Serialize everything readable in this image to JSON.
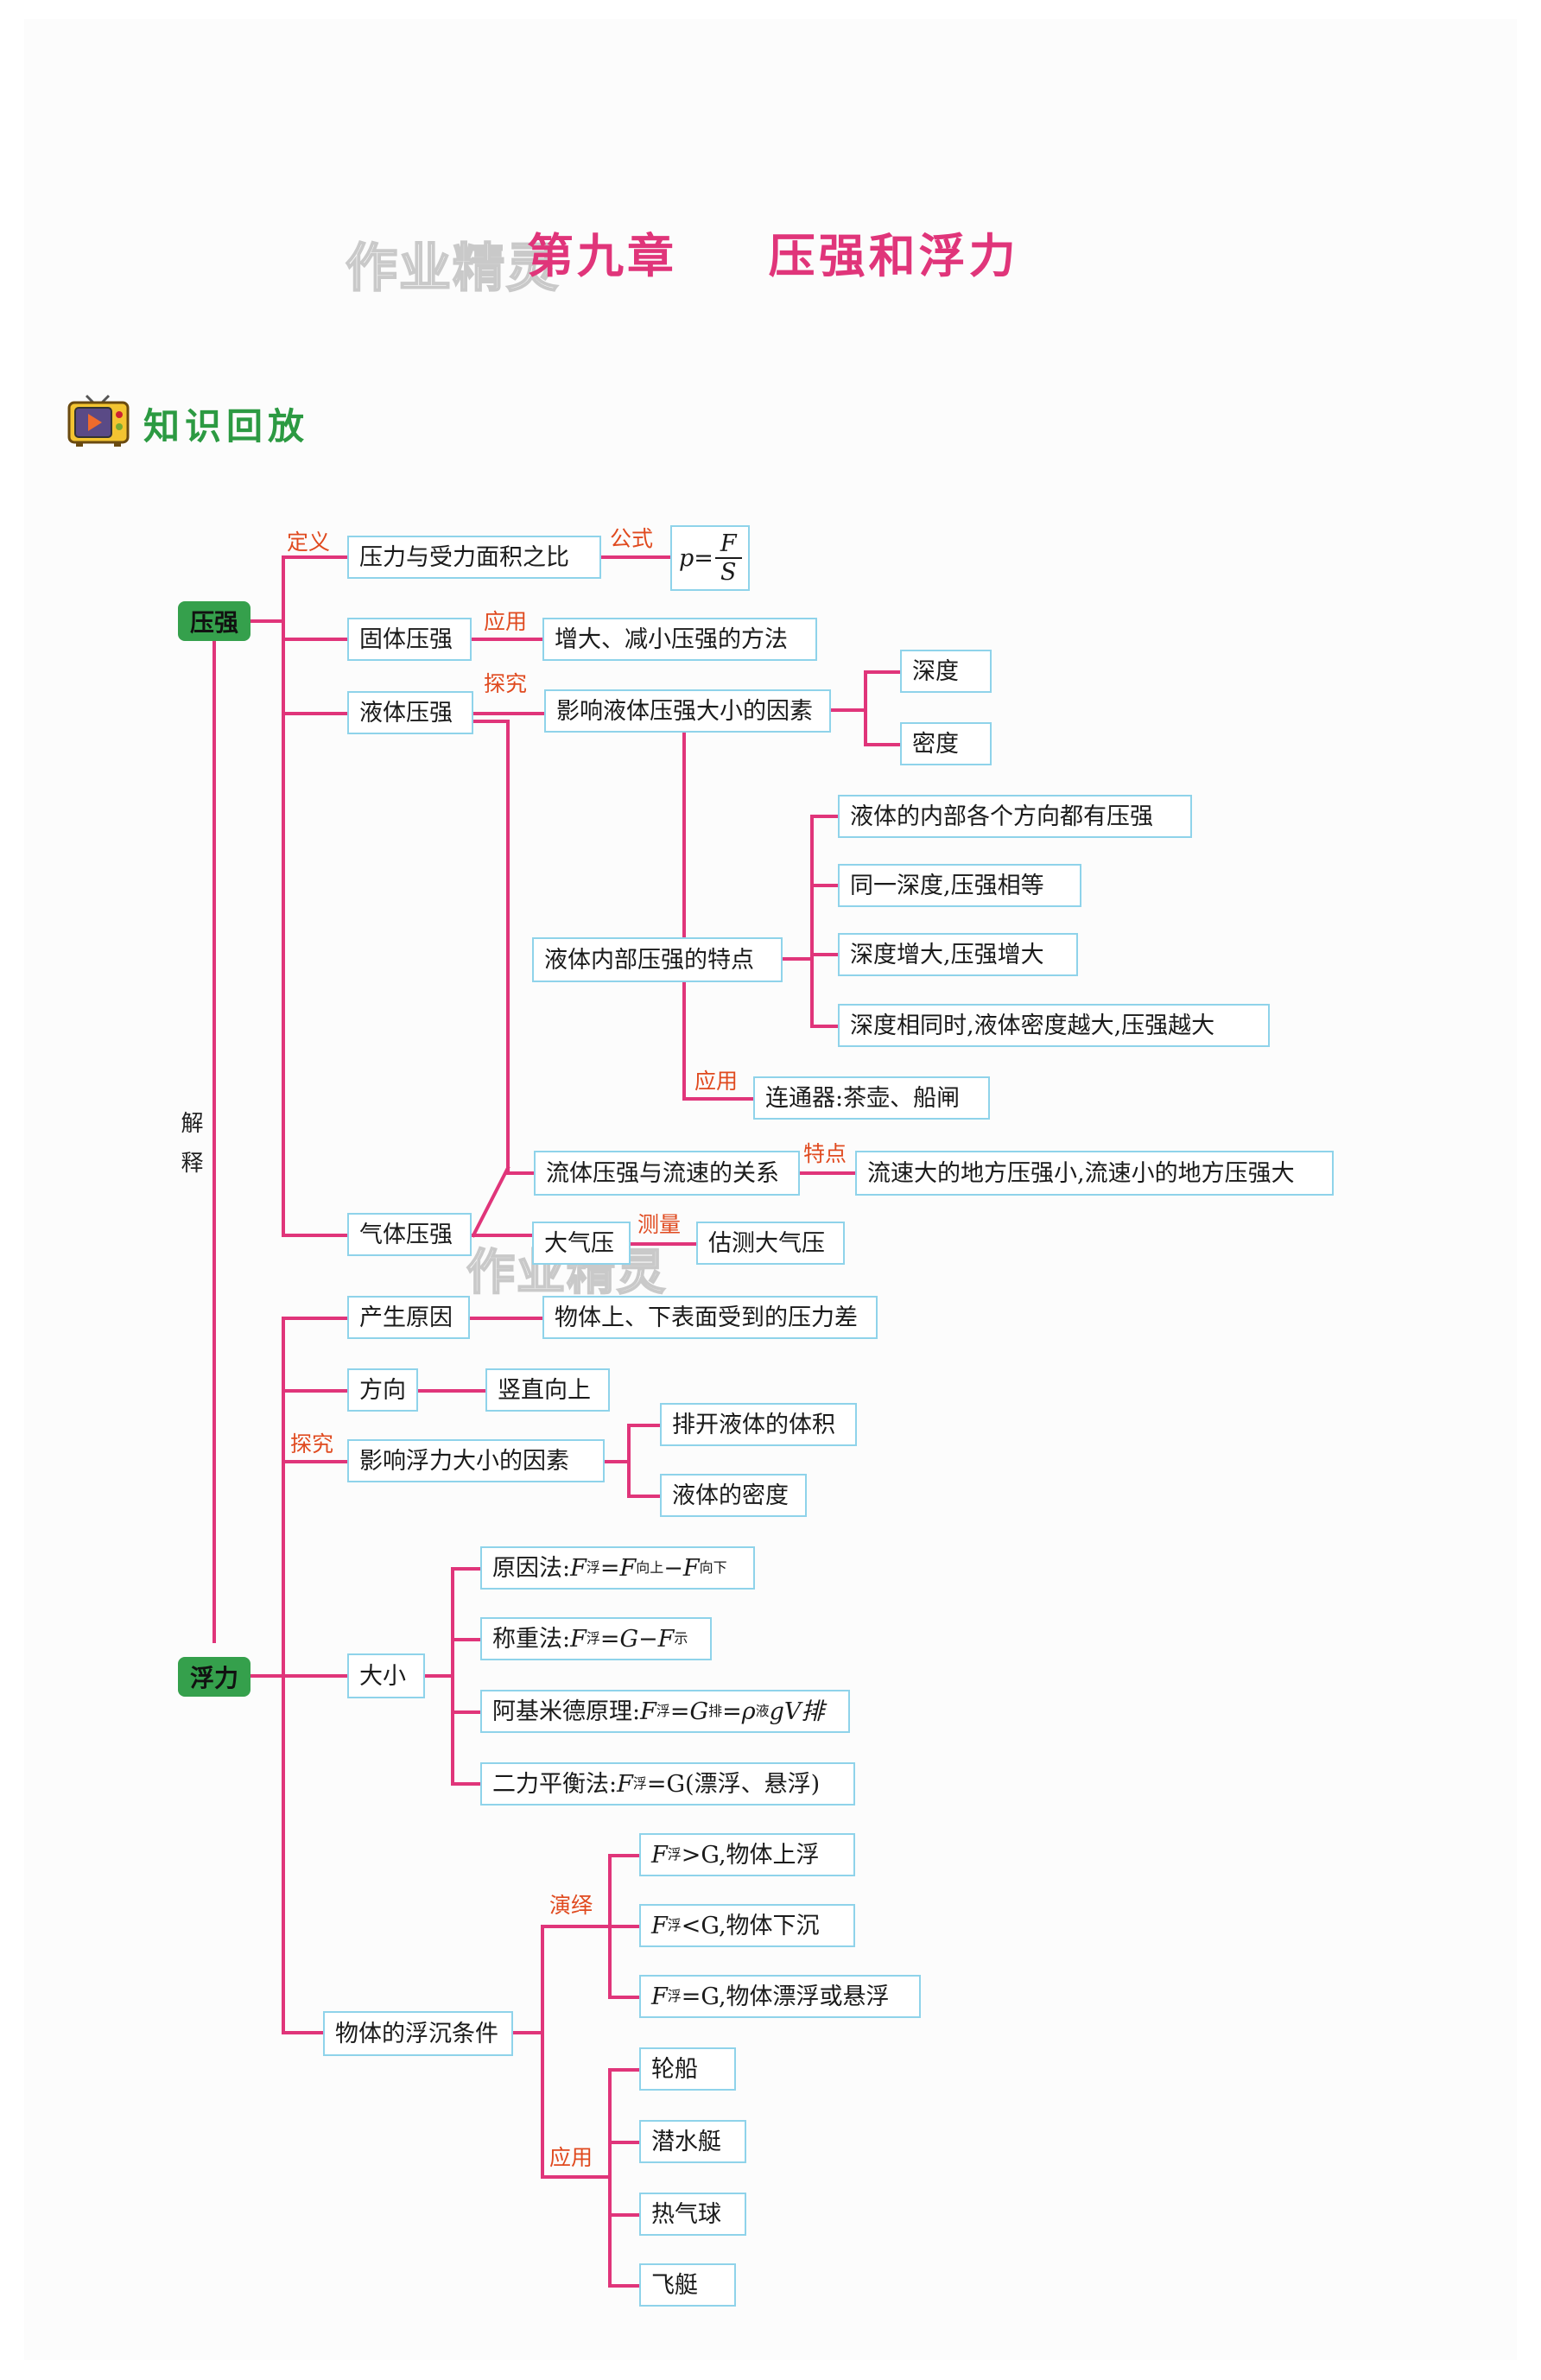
{
  "watermark": "作业精灵",
  "title": {
    "chapter": "第九章",
    "name": "压强和浮力"
  },
  "section_title": "知识回放",
  "icon": "tv-play-icon",
  "colors": {
    "line": "#e0357a",
    "root": "#35a04c",
    "box_border": "#8fd3ea",
    "label": "#e04a1f"
  },
  "side_label": "解释",
  "pressure": {
    "root": "压强",
    "def_label": "定义",
    "definition": "压力与受力面积之比",
    "formula_label": "公式",
    "formula_lhs": "p=",
    "formula_num": "F",
    "formula_den": "S",
    "solid": "固体压强",
    "apply_label": "应用",
    "solid_methods": "增大、减小压强的方法",
    "liquid": "液体压强",
    "explore_label": "探究",
    "factors": "影响液体压强大小的因素",
    "depth": "深度",
    "density": "密度",
    "features": "液体内部压强的特点",
    "feature_items": [
      "液体的内部各个方向都有压强",
      "同一深度,压强相等",
      "深度增大,压强增大",
      "深度相同时,液体密度越大,压强越大"
    ],
    "apply_label2": "应用",
    "connector": "连通器:茶壶、船闸",
    "flow": "流体压强与流速的关系",
    "feature_label": "特点",
    "flow_feature": "流速大的地方压强小,流速小的地方压强大",
    "gas": "气体压强",
    "atm": "大气压",
    "measure_label": "测量",
    "estimate": "估测大气压"
  },
  "buoyancy": {
    "root": "浮力",
    "cause": "产生原因",
    "cause_desc": "物体上、下表面受到的压力差",
    "direction": "方向",
    "direction_desc": "竖直向上",
    "explore_label": "探究",
    "factors": "影响浮力大小的因素",
    "factor_items": [
      "排开液体的体积",
      "液体的密度"
    ],
    "size": "大小",
    "methods": [
      {
        "name": "原因法:",
        "F": "F",
        "sub": "浮",
        "eq": "=F",
        "sub2": "向上",
        "rest": "−F",
        "sub3": "向下",
        "tail": ""
      },
      {
        "name": "称重法:",
        "F": "F",
        "sub": "浮",
        "eq": "=G−F",
        "sub2": "示",
        "rest": "",
        "sub3": "",
        "tail": ""
      },
      {
        "name": "阿基米德原理:",
        "F": "F",
        "sub": "浮",
        "eq": "=G",
        "sub2": "排",
        "rest": "=ρ",
        "sub3": "液",
        "tail": "gV排"
      },
      {
        "name": "二力平衡法:",
        "F": "F",
        "sub": "浮",
        "eq": "=G(漂浮、悬浮)",
        "sub2": "",
        "rest": "",
        "sub3": "",
        "tail": ""
      }
    ],
    "condition": "物体的浮沉条件",
    "deduce_label": "演绎",
    "deduce_items": [
      {
        "pre": "F",
        "sub": "浮",
        "post": ">G,物体上浮"
      },
      {
        "pre": "F",
        "sub": "浮",
        "post": "<G,物体下沉"
      },
      {
        "pre": "F",
        "sub": "浮",
        "post": "=G,物体漂浮或悬浮"
      }
    ],
    "apply_label": "应用",
    "apply_items": [
      "轮船",
      "潜水艇",
      "热气球",
      "飞艇"
    ]
  }
}
